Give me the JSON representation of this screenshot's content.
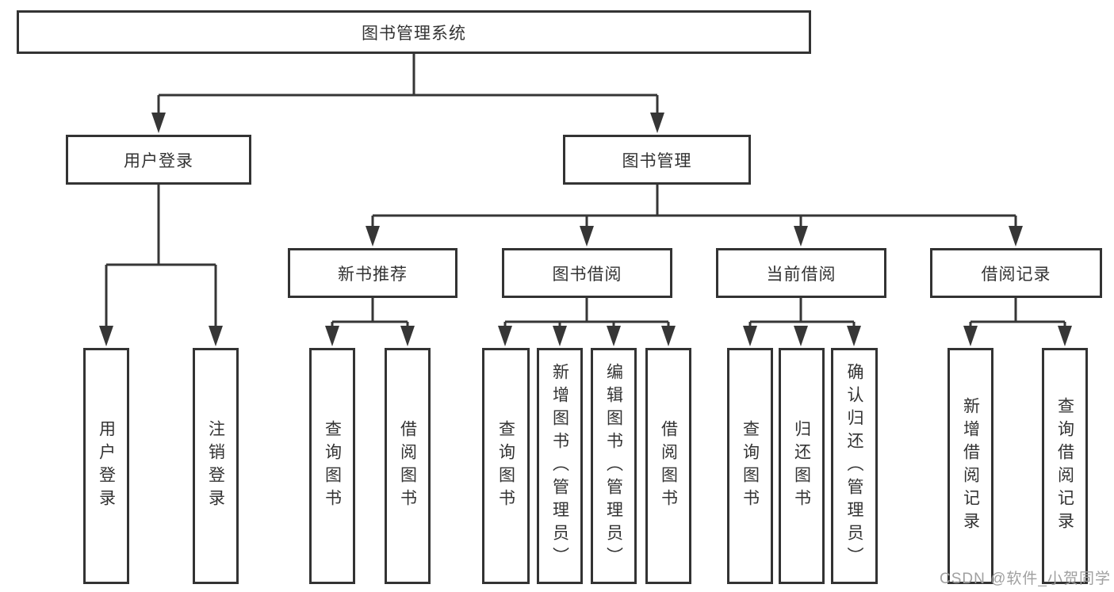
{
  "diagram": {
    "root": {
      "label": "图书管理系统"
    },
    "branches": [
      {
        "label": "用户登录",
        "children": [
          "用户登录",
          "注销登录"
        ]
      },
      {
        "label": "图书管理",
        "groups": [
          {
            "label": "新书推荐",
            "children": [
              "查询图书",
              "借阅图书"
            ]
          },
          {
            "label": "图书借阅",
            "children": [
              "查询图书",
              "新增图书（管理员）",
              "编辑图书（管理员）",
              "借阅图书"
            ]
          },
          {
            "label": "当前借阅",
            "children": [
              "查询图书",
              "归还图书",
              "确认归还（管理员）"
            ]
          },
          {
            "label": "借阅记录",
            "children": [
              "新增借阅记录",
              "查询借阅记录"
            ]
          }
        ]
      }
    ]
  },
  "watermark": "CSDN @软件_小贺同学",
  "colors": {
    "line": "#363636",
    "box_border": "#333333",
    "text": "#333333",
    "watermark": "#a0a0a0",
    "background": "#ffffff"
  }
}
